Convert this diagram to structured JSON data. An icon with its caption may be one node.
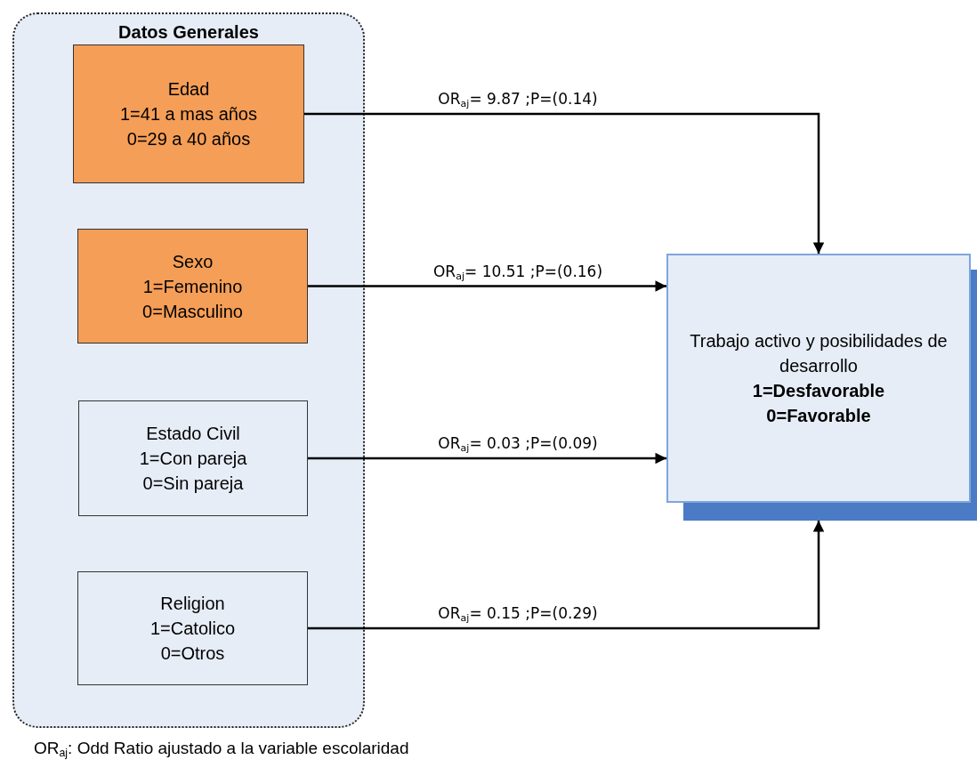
{
  "diagram": {
    "nodes": [
      {
        "text": [
          "Datos Generales"
        ]
      },
      {
        "text": [
          "Edad",
          "1=41 a mas años",
          "0=29 a 40 años"
        ],
        "in": 0
      },
      {
        "text": [
          "Sexo",
          "1=Femenino",
          "0=Masculino"
        ],
        "in": 0
      },
      {
        "text": [
          "Estado Civil",
          "1=Con pareja",
          "0=Sin pareja"
        ],
        "in": 0
      },
      {
        "text": [
          "Religion",
          "1=Catolico",
          "0=Otros"
        ],
        "in": 0
      },
      {
        "text": [
          "Trabajo activo y posibilidades de desarrollo",
          "1=Desfavorable",
          "0=Favorable"
        ]
      }
    ],
    "edges": [
      {
        "from": 1,
        "to": 5,
        "arrow": "to",
        "label": "OR$_{aj}$= 9.87 ;P=(0.14)"
      },
      {
        "from": 2,
        "to": 5,
        "arrow": "to",
        "label": "OR$_{aj}$= 10.51 ;P=(0.16)"
      },
      {
        "from": 3,
        "to": 5,
        "arrow": "to",
        "label": "OR$_{aj}$= 0.03 ;P=(0.09)"
      },
      {
        "from": 4,
        "to": 5,
        "arrow": "to",
        "label": "OR$_{aj}$= 0.15 ;P=(0.29)"
      }
    ],
    "labels": [
      "OR$_{aj}$: Odd Ratio ajustado a la variable escolaridad"
    ]
  }
}
